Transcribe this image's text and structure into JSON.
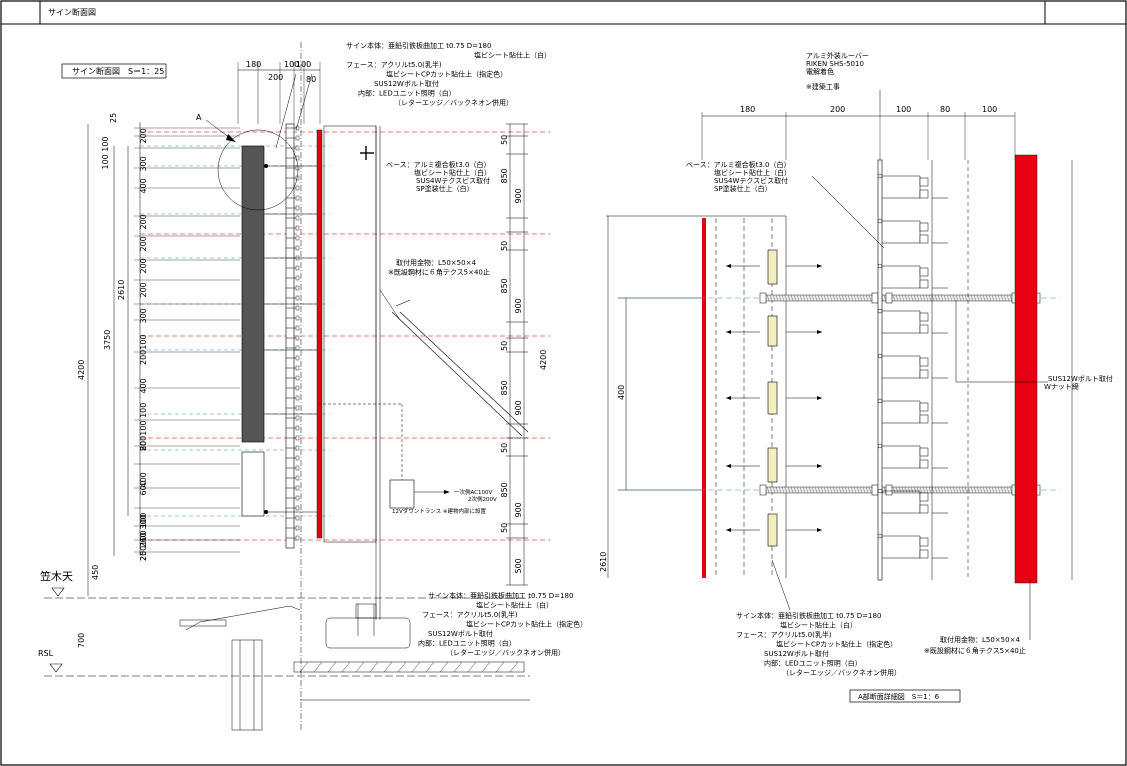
{
  "sheet": {
    "title": "サイン断面図"
  },
  "left_detail": {
    "title": "サイン断面図　S＝1：25",
    "callout_label": "A",
    "top_dims": [
      "180",
      "200",
      "100",
      "100",
      "80"
    ],
    "left_dims_inner": [
      "25",
      "200",
      "100 100",
      "300",
      "400",
      "200",
      "200",
      "200",
      "200",
      "300",
      "200100",
      "400",
      "200100 100",
      "80",
      "400",
      "600",
      "300",
      "200100 100",
      "260",
      "25"
    ],
    "left_dims_mid": [
      "2610",
      "3750"
    ],
    "left_dims_outer": [
      "4200"
    ],
    "bottom_dims": [
      "450",
      "700"
    ],
    "levels": {
      "ceiling": "笠木天",
      "rsl": "RSL"
    },
    "right_dims": [
      "50",
      "850",
      "900",
      "50",
      "850",
      "900",
      "50",
      "850",
      "900",
      "50",
      "850",
      "900",
      "50",
      "500"
    ],
    "right_total": "4200",
    "notes_top": [
      "サイン本体：亜鉛引鉄板曲加工 t0.75 D=180",
      "塩ビシート貼仕上（白）",
      "フェース：アクリルt5.0(乳半)",
      "塩ビシートCPカット貼仕上（指定色）",
      "SUS12Wボルト取付",
      "内部：LEDユニット照明（白）",
      "（レターエッジ／バックネオン併用）"
    ],
    "notes_base": [
      "ベース：アルミ複合板t3.0（白）",
      "塩ビシート貼仕上（白）",
      "SUS4Wテクスビス取付",
      "SP塗装仕上（白）"
    ],
    "notes_bracket": [
      "取付用金物：L50×50×4",
      "※既設鋼材に６角テクス5×40止"
    ],
    "notes_transformer": [
      "一次側AC100V",
      "2次側200V",
      "12Vダウントランス ※建物内部に設置"
    ],
    "notes_bottom": [
      "サイン本体：亜鉛引鉄板曲加工 t0.75 D=180",
      "塩ビシート貼仕上（白）",
      "フェース：アクリルt5.0(乳半)",
      "塩ビシートCPカット貼仕上（指定色）",
      "SUS12Wボルト取付",
      "内部：LEDユニット照明（白）",
      "（レターエッジ／バックネオン併用）"
    ]
  },
  "right_detail": {
    "title": "A部断面詳細図　S＝1：6",
    "notes_louver": [
      "アルミ外装ルーバー",
      "RIKEN SHS-5010",
      "電解着色",
      "※建築工事"
    ],
    "top_dims": [
      "180",
      "200",
      "100",
      "80",
      "100"
    ],
    "notes_base": [
      "ベース：アルミ複合板t3.0（白）",
      "塩ビシート貼仕上（白）",
      "SUS4Wテクスビス取付",
      "SP塗装仕上（白）"
    ],
    "notes_bolt": [
      "SUS12Wボルト取付",
      "Wナット締"
    ],
    "left_dims": [
      "400",
      "2610"
    ],
    "notes_bottom": [
      "サイン本体：亜鉛引鉄板曲加工 t0.75 D=180",
      "塩ビシート貼仕上（白）",
      "フェース：アクリルt5.0(乳半)",
      "塩ビシートCPカット貼仕上（指定色）",
      "SUS12Wボルト取付",
      "内部：LEDユニット照明（白）",
      "（レターエッジ／バックネオン併用）"
    ],
    "notes_bracket": [
      "取付用金物：L50×50×4",
      "※既設鋼材に６角テクス5×40止"
    ]
  },
  "colors": {
    "sign_fill": "#555555",
    "red_panel": "#e60012",
    "red_line": "#e74c3c",
    "blue_line": "#3c8fd8",
    "insulator": "#f3efc2"
  }
}
